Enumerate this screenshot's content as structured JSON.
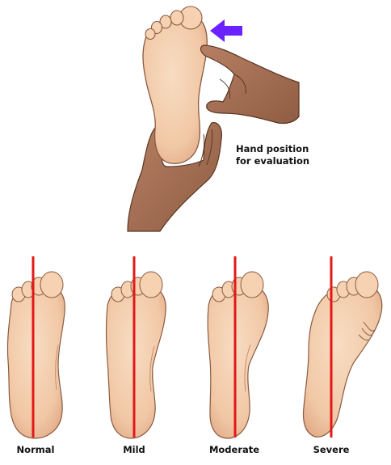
{
  "caption": "Hand position\nfor evaluation",
  "labels": {
    "normal": "Normal",
    "mild": "Mild",
    "moderate": "Moderate",
    "severe": "Severe"
  },
  "colors": {
    "skin_light": "#f4d3b6",
    "skin_outline": "#8a5a40",
    "examiner_skin": "#a57055",
    "arrow": "#6a22ff",
    "reference_line": "#e31818"
  },
  "icons": {
    "arrow": "arrow-left-icon"
  }
}
